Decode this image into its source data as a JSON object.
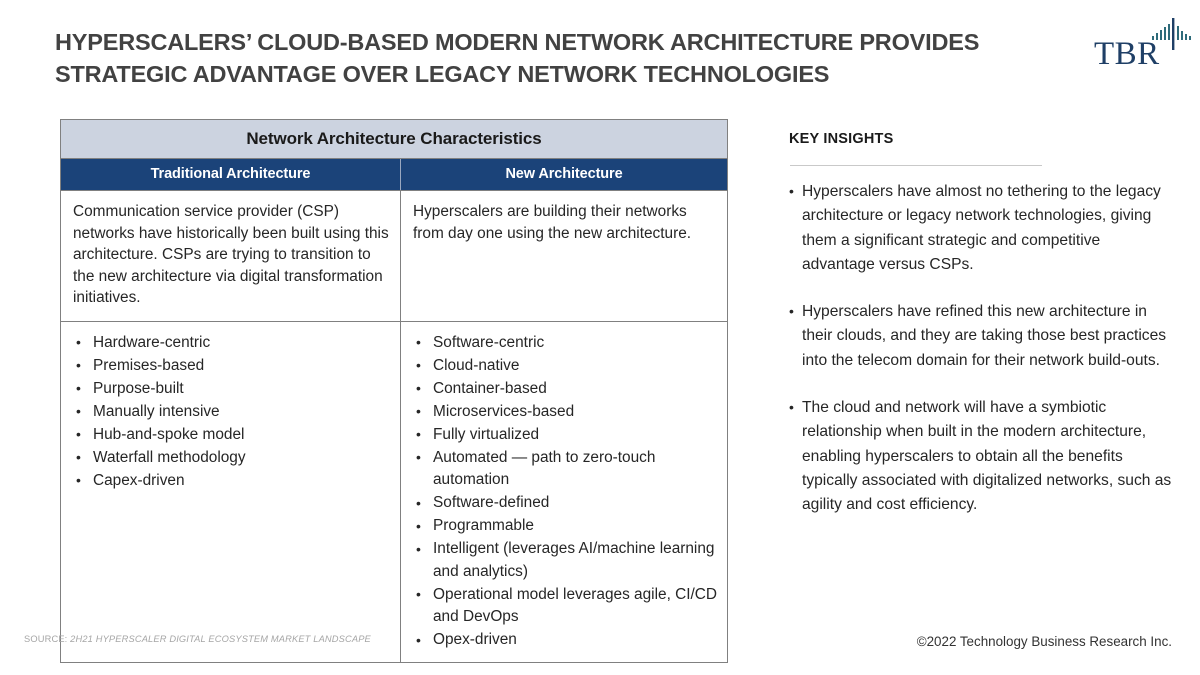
{
  "slide": {
    "title": "Hyperscalers’ cloud-based modern network architecture provides strategic advantage over legacy network technologies"
  },
  "logo": {
    "text": "TBR",
    "mark": "waveform-mark"
  },
  "table": {
    "title": "Network Architecture Characteristics",
    "columns": [
      {
        "label": "Traditional  Architecture"
      },
      {
        "label": "New Architecture"
      }
    ],
    "description_row": {
      "traditional": "Communication service provider (CSP) networks have historically been built using this architecture. CSPs are trying to transition to the new architecture via digital transformation initiatives.",
      "new": "Hyperscalers are building their networks from day one using the new architecture."
    },
    "bullets_row": {
      "traditional": [
        "Hardware-centric",
        "Premises-based",
        "Purpose-built",
        "Manually intensive",
        "Hub-and-spoke model",
        "Waterfall methodology",
        "Capex-driven"
      ],
      "new": [
        "Software-centric",
        "Cloud-native",
        "Container-based",
        "Microservices-based",
        "Fully virtualized",
        "Automated — path to zero-touch automation",
        "Software-defined",
        "Programmable",
        "Intelligent (leverages AI/machine learning and analytics)",
        "Operational model leverages agile, CI/CD and DevOps",
        "Opex-driven"
      ]
    }
  },
  "insights": {
    "heading": "KEY INSIGHTS",
    "items": [
      "Hyperscalers have almost no tethering to the legacy architecture or legacy network technologies, giving them a significant strategic and competitive advantage versus CSPs.",
      "Hyperscalers have refined this new architecture in their clouds, and they are taking those best practices into the telecom domain for their network build-outs.",
      "The cloud and network will have a symbiotic relationship when built in the modern architecture, enabling hyperscalers to obtain all the benefits typically associated with digitalized networks, such as agility and cost efficiency."
    ]
  },
  "footer": {
    "source_label": "SOURCE:",
    "source_text": "2H21 HYPERSCALER DIGITAL ECOSYSTEM MARKET LANDSCAPE",
    "copyright": "©2022  Technology Business Research Inc."
  },
  "colors": {
    "title_text": "#424242",
    "table_title_bg": "#ccd3e0",
    "table_subhead_bg": "#1b4379",
    "table_border": "#808080",
    "logo_navy": "#1f3f66",
    "body_text": "#262626",
    "source_gray": "#a6a6a6"
  }
}
